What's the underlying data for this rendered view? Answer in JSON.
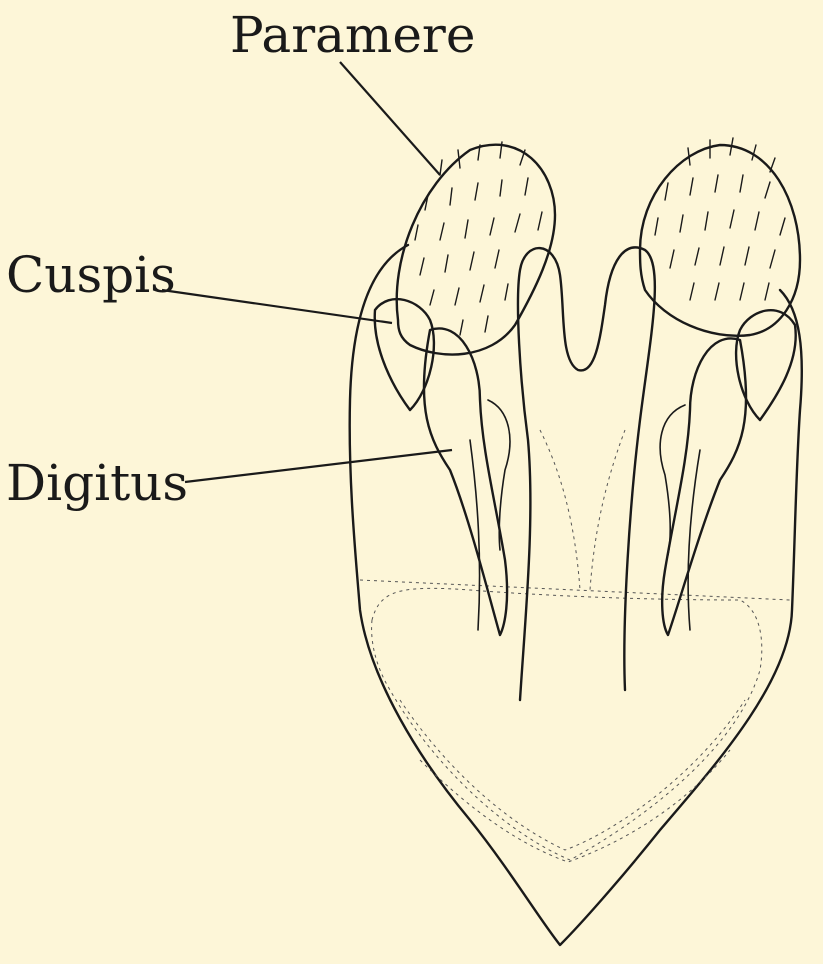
{
  "labels": {
    "paramere": "Paramere",
    "cuspis": "Cuspis",
    "digitus": "Digitus"
  },
  "colors": {
    "background": "#fdf6d8",
    "ink": "#1a1a1a"
  }
}
